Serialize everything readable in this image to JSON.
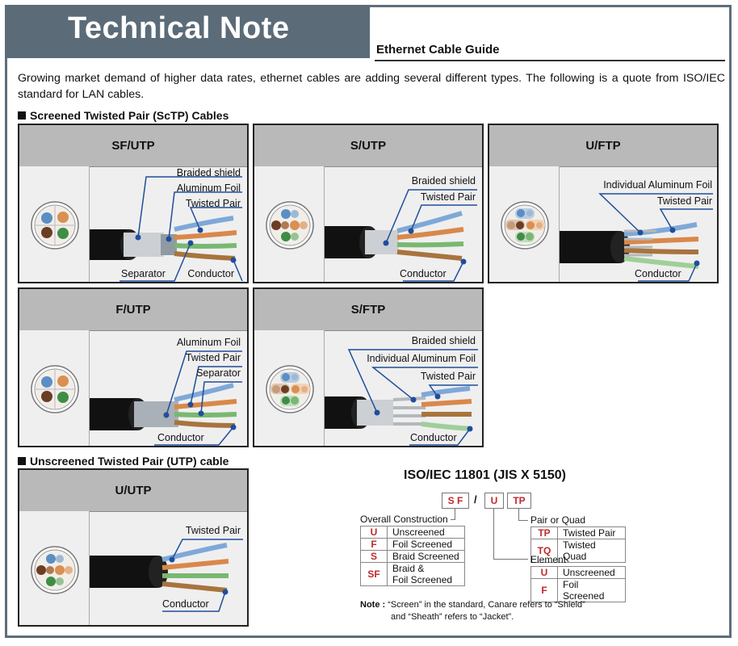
{
  "header": {
    "title": "Technical Note",
    "subtitle": "Ethernet Cable Guide"
  },
  "intro": "Growing market demand of higher data rates, ethernet cables are adding several different types. The following is a quote from ISO/IEC standard for LAN cables.",
  "sections": {
    "screened": "Screened Twisted Pair (ScTP) Cables",
    "unscreened": "Unscreened Twisted Pair (UTP) cable"
  },
  "cables": [
    {
      "name": "SF/UTP",
      "labels": [
        "Braided shield",
        "Aluminum Foil",
        "Twisted Pair",
        "Separator",
        "Conductor"
      ]
    },
    {
      "name": "S/UTP",
      "labels": [
        "Braided shield",
        "Twisted Pair",
        "Conductor"
      ]
    },
    {
      "name": "U/FTP",
      "labels": [
        "Individual Aluminum Foil",
        "Twisted Pair",
        "Conductor"
      ]
    },
    {
      "name": "F/UTP",
      "labels": [
        "Aluminum Foil",
        "Twisted Pair",
        "Separator",
        "Conductor"
      ]
    },
    {
      "name": "S/FTP",
      "labels": [
        "Braided shield",
        "Individual Aluminum Foil",
        "Twisted Pair",
        "Conductor"
      ]
    },
    {
      "name": "U/UTP",
      "labels": [
        "Twisted Pair",
        "Conductor"
      ]
    }
  ],
  "iso": {
    "title": "ISO/IEC 11801 (JIS X 5150)",
    "code_parts": [
      "S F",
      "/",
      "U",
      "TP"
    ],
    "overall": {
      "label": "Overall Construction",
      "rows": [
        {
          "code": "U",
          "desc": "Unscreened"
        },
        {
          "code": "F",
          "desc": "Foil Screened"
        },
        {
          "code": "S",
          "desc": "Braid Screened"
        },
        {
          "code": "SF",
          "desc": "Braid &",
          "desc2": "Foil Screened"
        }
      ]
    },
    "pair": {
      "label": "Pair or Quad",
      "rows": [
        {
          "code": "TP",
          "desc": "Twisted Pair"
        },
        {
          "code": "TQ",
          "desc": "Twisted Quad"
        }
      ]
    },
    "element": {
      "label": "Element",
      "rows": [
        {
          "code": "U",
          "desc": "Unscreened"
        },
        {
          "code": "F",
          "desc": "Foil Screened"
        }
      ]
    },
    "note_label": "Note :",
    "note_line1": "“Screen” in the standard,  Canare refers to “Shield”",
    "note_line2": "and “Sheath” refers to “Jacket”."
  },
  "colors": {
    "header_band": "#5b6b78",
    "code_red": "#c0282c",
    "leader_blue": "#1f4e9c",
    "card_header": "#b9b9b9"
  }
}
